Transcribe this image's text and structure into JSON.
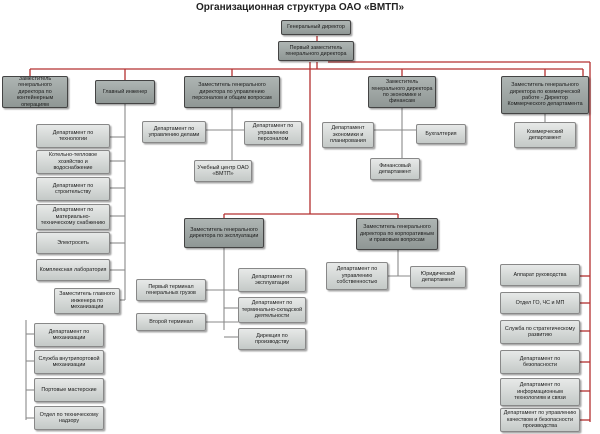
{
  "title": "Организационная структура ОАО «ВМТП»",
  "colors": {
    "red_connector": "#b43030",
    "gray_connector": "#8a8a8a",
    "dark_box": "#9ba29f",
    "light_box": "#d3d6d5"
  },
  "boxes": {
    "gen_dir": "Генеральный директор",
    "first_dep": "Первый заместитель генерального директора",
    "dep_container": "Заместитель генерального директора по контейнерным операциям",
    "chief_eng": "Главный инженер",
    "dep_personnel": "Заместитель генерального директора по управлению персоналом и общим вопросам",
    "dep_economics": "Заместитель генерального директора по экономике и финансам",
    "dep_commercial": "Заместитель генерального директора по коммерческой работе - Директор Коммерческого департамента",
    "dept_technology": "Департамент по технологии",
    "dept_boiler": "Котельно-тепловое хозяйство и водоснабжение",
    "dept_construction": "Департамент по строительству",
    "dept_material": "Департамент по материально-техническому снабжению",
    "power_net": "Электросеть",
    "complex_lab": "Комплексная лаборатория",
    "dept_affairs": "Департамент по управлению делами",
    "dept_personnel": "Департамент по управлению персоналом",
    "training_center": "Учебный центр ОАО «ВМТП»",
    "dept_econ_plan": "Департамент экономики и планирования",
    "accounting": "Бухгалтерия",
    "finance_dept": "Финансовый департамент",
    "commercial_dept": "Коммерческий департамент",
    "dep_exploitation": "Заместитель генерального директора по эксплуатации",
    "dep_corporate": "Заместитель генерального директора по корпоративным и правовым вопросам",
    "first_terminal": "Первый терминал генеральных грузов",
    "second_terminal": "Второй терминал",
    "dept_exploitation": "Департамент по эксплуатации",
    "dept_terminal_warehouse": "Департамент по терминально-складской деятельности",
    "production_directorate": "Дирекция по производству",
    "dept_property": "Департамент по управлению собственностью",
    "legal_dept": "Юридический департамент",
    "deputy_chief_eng": "Заместитель главного инженера по механизации",
    "dept_mechanization": "Департамент по механизации",
    "port_mech_service": "Служба внутрипортовой механизации",
    "port_workshops": "Портовые мастерские",
    "tech_supervision": "Отдел по техническому надзору",
    "management_apparatus": "Аппарат руководства",
    "civil_defense": "Отдел ГО, ЧС и МП",
    "strategic_dev": "Служба по стратегическому развитию",
    "security_dept": "Департамент по безопасности",
    "it_dept": "Департамент по информационным технологиям и связи",
    "quality_dept": "Департамент по управлению качеством и безопасности производства"
  }
}
